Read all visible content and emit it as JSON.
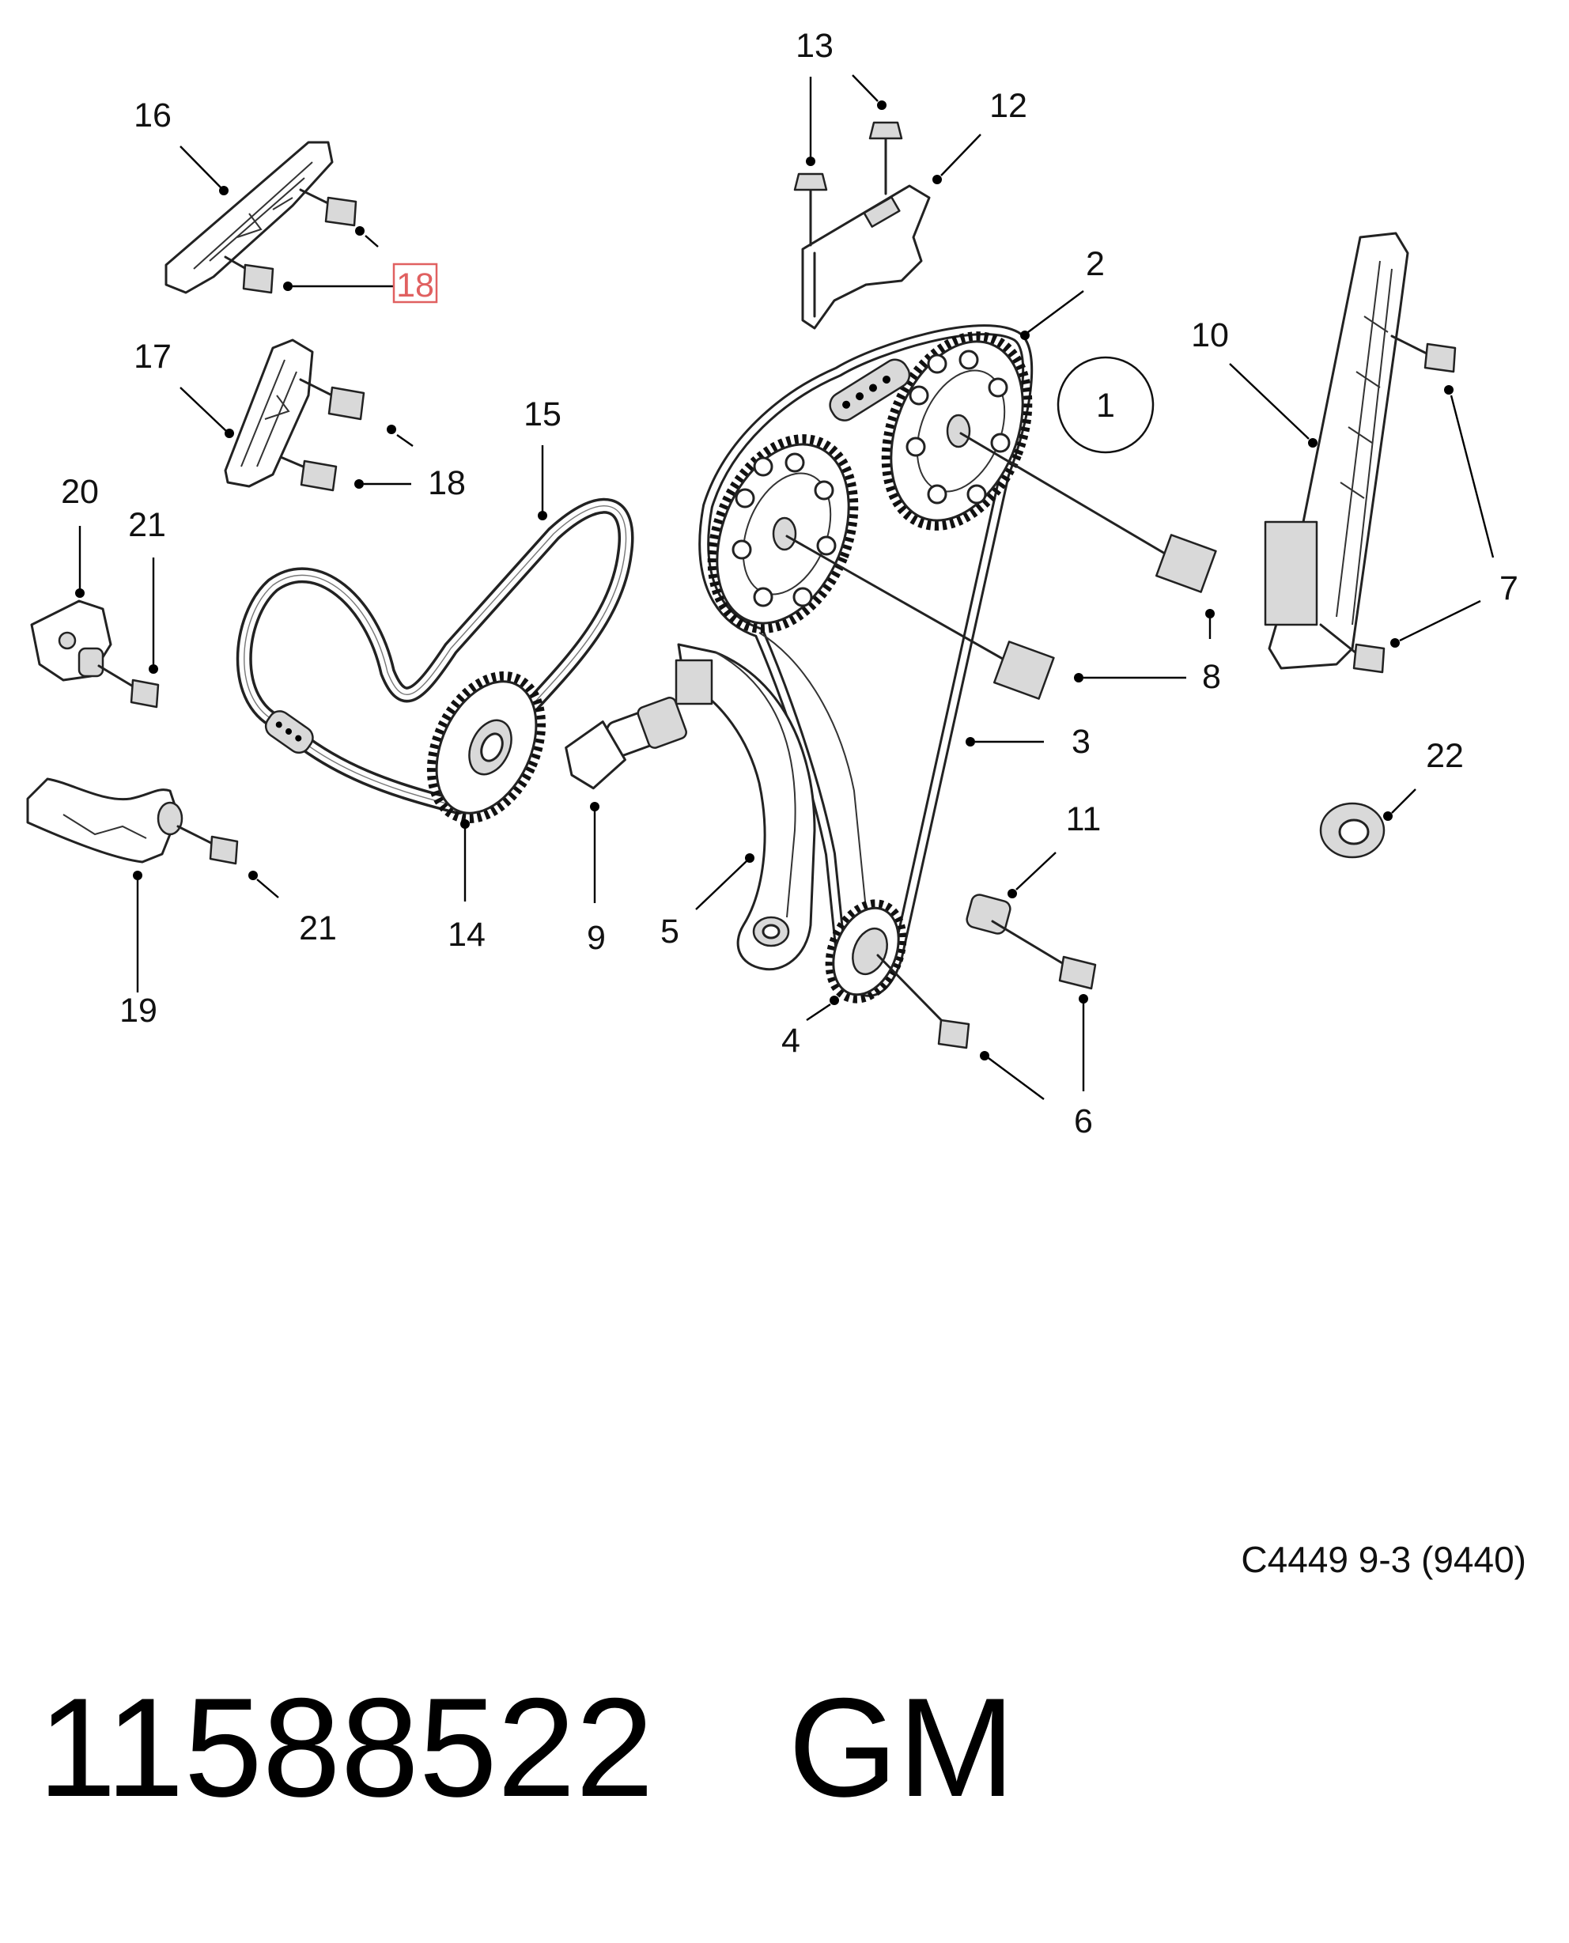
{
  "diagram": {
    "callouts": [
      {
        "id": "c1",
        "label": "1"
      },
      {
        "id": "c2",
        "label": "2"
      },
      {
        "id": "c3",
        "label": "3"
      },
      {
        "id": "c4",
        "label": "4"
      },
      {
        "id": "c5",
        "label": "5"
      },
      {
        "id": "c6",
        "label": "6"
      },
      {
        "id": "c7",
        "label": "7"
      },
      {
        "id": "c8",
        "label": "8"
      },
      {
        "id": "c9",
        "label": "9"
      },
      {
        "id": "c10",
        "label": "10"
      },
      {
        "id": "c11",
        "label": "11"
      },
      {
        "id": "c12",
        "label": "12"
      },
      {
        "id": "c13",
        "label": "13"
      },
      {
        "id": "c14",
        "label": "14"
      },
      {
        "id": "c15",
        "label": "15"
      },
      {
        "id": "c16",
        "label": "16"
      },
      {
        "id": "c17",
        "label": "17"
      },
      {
        "id": "c18a",
        "label": "18"
      },
      {
        "id": "c18b",
        "label": "18"
      },
      {
        "id": "c19",
        "label": "19"
      },
      {
        "id": "c20",
        "label": "20"
      },
      {
        "id": "c21a",
        "label": "21"
      },
      {
        "id": "c21b",
        "label": "21"
      },
      {
        "id": "c22",
        "label": "22"
      }
    ],
    "highlighted_callout": "c18a",
    "highlight_color": "#e06060",
    "reference_code": "C4449 9-3 (9440)"
  },
  "footer": {
    "part_number": "11588522",
    "brand": "GM"
  }
}
